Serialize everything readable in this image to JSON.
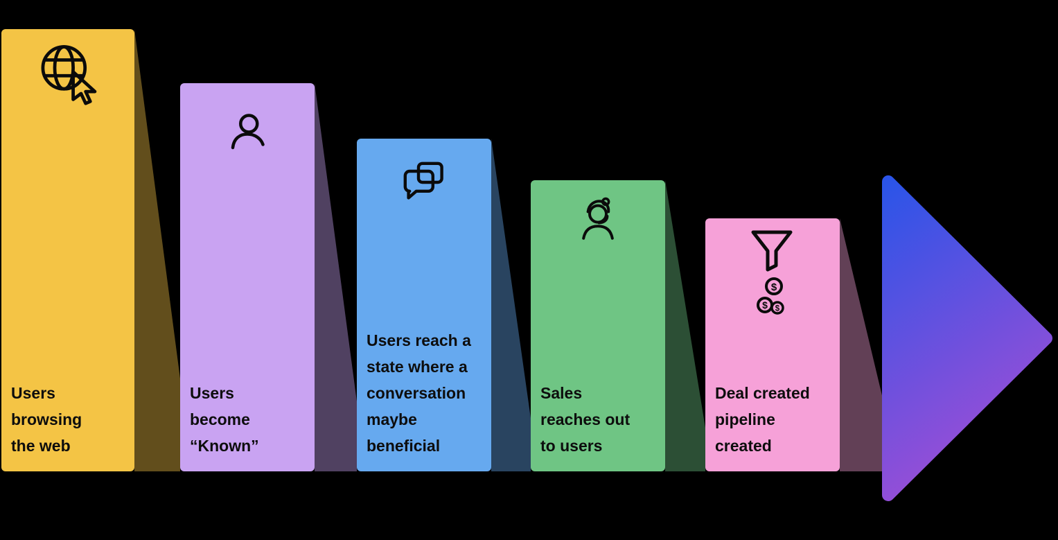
{
  "diagram": {
    "type": "funnel-stages",
    "stages": [
      {
        "label": "Users\nbrowsing\nthe web",
        "icon": "globe-cursor-icon",
        "color": "#F4C445",
        "shadow_color": "rgba(244,196,69,0.40)"
      },
      {
        "label": "Users\nbecome\n“Known”",
        "icon": "user-icon",
        "color": "#C9A3F2",
        "shadow_color": "rgba(201,163,242,0.40)"
      },
      {
        "label": "Users reach a\nstate where a\nconversation\nmaybe\nbeneficial",
        "icon": "chat-bubbles-icon",
        "color": "#66A9EF",
        "shadow_color": "rgba(102,169,239,0.40)"
      },
      {
        "label": "Sales\nreaches out\nto users",
        "icon": "support-agent-icon",
        "color": "#6FC584",
        "shadow_color": "rgba(111,197,132,0.40)"
      },
      {
        "label": "Deal created\npipeline\ncreated",
        "icon": "funnel-money-icon",
        "color": "#F6A1D8",
        "shadow_color": "rgba(246,161,216,0.40)"
      }
    ],
    "arrow": {
      "gradient_start": "#2B54E8",
      "gradient_end": "#9C4ED6"
    },
    "dollar_sign": "$"
  }
}
